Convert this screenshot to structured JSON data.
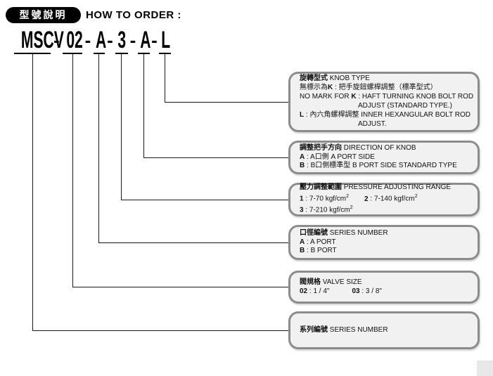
{
  "colors": {
    "badge_bg": "#000000",
    "badge_text": "#ffffff",
    "box_fill": "#f1f1f1",
    "box_border": "#8c8c8c",
    "line": "#1a1a1a"
  },
  "header": {
    "badge_label": "型號說明",
    "title": "HOW TO ORDER :"
  },
  "model": {
    "full": "MSCV-02-A-3-A-L",
    "separator": "-",
    "segments": [
      {
        "code": "MSCV",
        "box_index": 5
      },
      {
        "code": "02",
        "box_index": 4
      },
      {
        "code": "A",
        "box_index": 3
      },
      {
        "code": "3",
        "box_index": 2
      },
      {
        "code": "A",
        "box_index": 1
      },
      {
        "code": "L",
        "box_index": 0
      }
    ]
  },
  "boxes": [
    {
      "id": "knob-type",
      "lines": [
        {
          "runs": [
            {
              "t": "旋轉型式",
              "b": true
            },
            {
              "t": "  KNOB TYPE"
            }
          ]
        },
        {
          "runs": [
            {
              "t": "無標示為"
            },
            {
              "t": "K",
              "b": true
            },
            {
              "t": " : 把手旋鈕螺桿調整（標準型式）"
            }
          ]
        },
        {
          "runs": [
            {
              "t": "NO MARK FOR "
            },
            {
              "t": "K",
              "b": true
            },
            {
              "t": " : HAFT TURNING KNOB BOLT ROD"
            }
          ]
        },
        {
          "indent": 83,
          "runs": [
            {
              "t": "ADJUST (STANDARD TYPE.)"
            }
          ]
        },
        {
          "runs": [
            {
              "t": "L",
              "b": true
            },
            {
              "t": " : 內六角螺桿調整  INNER HEXANGULAR BOLT ROD"
            }
          ]
        },
        {
          "indent": 83,
          "runs": [
            {
              "t": "ADJUST."
            }
          ]
        }
      ]
    },
    {
      "id": "direction-of-knob",
      "lines": [
        {
          "runs": [
            {
              "t": "調整把手方向",
              "b": true
            },
            {
              "t": "  DIRECTION OF KNOB"
            }
          ]
        },
        {
          "runs": [
            {
              "t": "A",
              "b": true
            },
            {
              "t": " : A口側  A PORT SIDE"
            }
          ]
        },
        {
          "runs": [
            {
              "t": "B",
              "b": true
            },
            {
              "t": " : B口側標準型  B PORT SIDE STANDARD TYPE"
            }
          ]
        }
      ]
    },
    {
      "id": "pressure-adjusting-range",
      "lines": [
        {
          "runs": [
            {
              "t": "壓力調整範圍",
              "b": true
            },
            {
              "t": "  PRESSURE ADJUSTING RANGE"
            }
          ]
        },
        {
          "runs": [
            {
              "t": "1",
              "b": true
            },
            {
              "t": " : 7-70 kgf/cm"
            },
            {
              "t": "2",
              "sup": true
            },
            {
              "t": "2",
              "b": true,
              "gap": 22
            },
            {
              "t": " : 7-140 kgf/cm"
            },
            {
              "t": "2",
              "sup": true
            }
          ]
        },
        {
          "runs": [
            {
              "t": "3",
              "b": true
            },
            {
              "t": " : 7-210 kgf/cm"
            },
            {
              "t": "2",
              "sup": true
            }
          ]
        }
      ]
    },
    {
      "id": "port-series-number",
      "lines": [
        {
          "runs": [
            {
              "t": "口徑編號",
              "b": true
            },
            {
              "t": "  SERIES NUMBER"
            }
          ]
        },
        {
          "runs": [
            {
              "t": "A",
              "b": true
            },
            {
              "t": " : A PORT"
            }
          ]
        },
        {
          "runs": [
            {
              "t": "B",
              "b": true
            },
            {
              "t": " : B PORT"
            }
          ]
        }
      ]
    },
    {
      "id": "valve-size",
      "lines": [
        {
          "runs": [
            {
              "t": "閥規格",
              "b": true
            },
            {
              "t": "  VALVE SIZE"
            }
          ]
        },
        {
          "runs": [
            {
              "t": "02",
              "b": true
            },
            {
              "t": " : 1 / 4\""
            },
            {
              "t": "03",
              "b": true,
              "gap": 32
            },
            {
              "t": " : 3 / 8\""
            }
          ]
        }
      ]
    },
    {
      "id": "series-number",
      "lines": [
        {
          "runs": [
            {
              "t": "系列編號",
              "b": true
            },
            {
              "t": "  SERIES NUMBER"
            }
          ]
        }
      ]
    }
  ]
}
